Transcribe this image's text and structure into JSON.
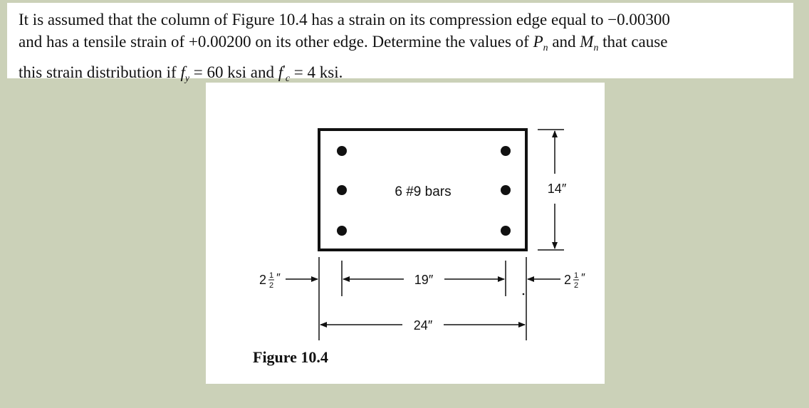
{
  "problem": {
    "line1": "It is assumed that the column of Figure 10.4 has a strain on its compression edge equal to −0.00300",
    "line2_a": "and has a tensile strain of +0.00200 on its other edge. Determine the values of ",
    "line2_pn": "P",
    "line2_pn_sub": "n",
    "line2_and": " and ",
    "line2_mn": "M",
    "line2_mn_sub": "n",
    "line2_b": " that cause",
    "line3_a": "this strain distribution if ",
    "line3_fy": "f",
    "line3_fy_sub": "y",
    "line3_eq1": " = 60 ksi and ",
    "line3_fc": "f",
    "line3_fc_prime": "′",
    "line3_fc_sub": "c",
    "line3_eq2": " = 4 ksi."
  },
  "figure": {
    "bars_label": "6 #9 bars",
    "height_dim": "14″",
    "inner_dim": "19″",
    "outer_dim": "24″",
    "cover_left_whole": "2",
    "cover_left_num": "1",
    "cover_left_den": "2",
    "cover_left_unit": "″",
    "cover_right_whole": "2",
    "cover_right_num": "1",
    "cover_right_den": "2",
    "cover_right_unit": "″",
    "caption": "Figure 10.4"
  }
}
